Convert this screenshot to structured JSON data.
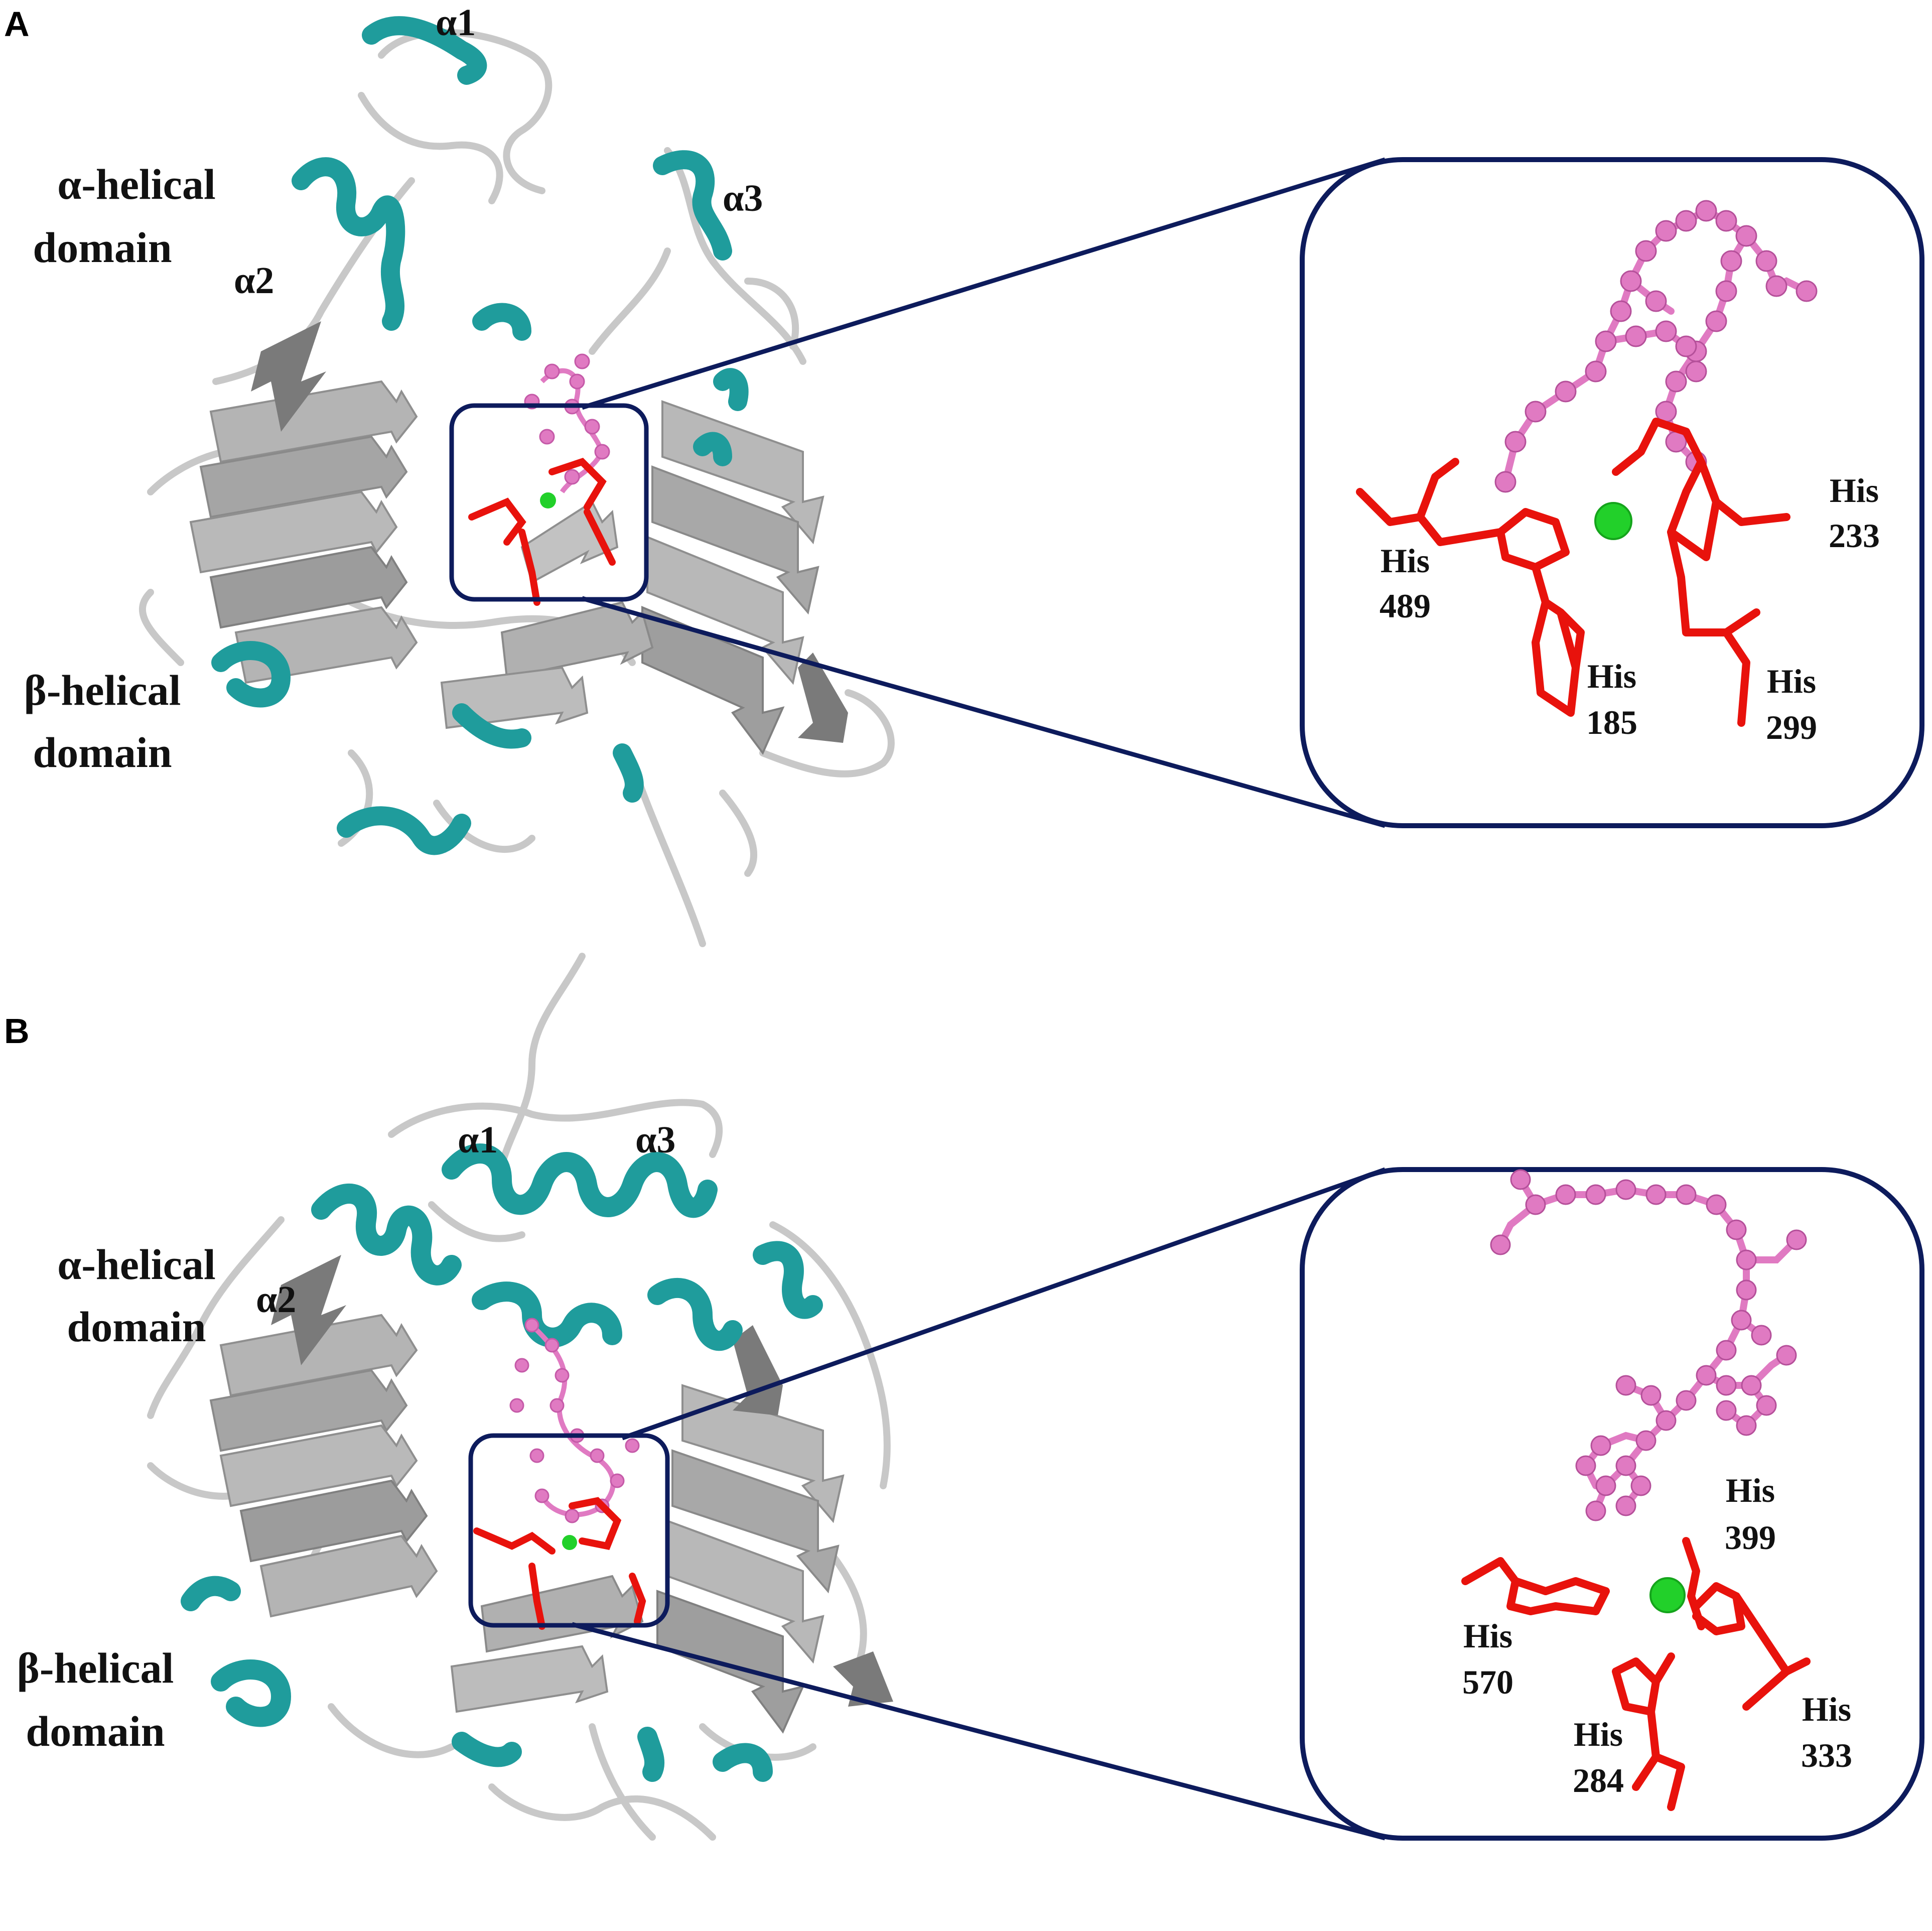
{
  "panels": [
    {
      "letter": "A",
      "helix_labels": [
        "α1",
        "α2",
        "α3"
      ],
      "domains": [
        {
          "line1": "α-helical",
          "line2": "domain"
        },
        {
          "line1": "β-helical",
          "line2": "domain"
        }
      ],
      "histidines": [
        {
          "res": "His",
          "num": "489"
        },
        {
          "res": "His",
          "num": "185"
        },
        {
          "res": "His",
          "num": "233"
        },
        {
          "res": "His",
          "num": "299"
        }
      ]
    },
    {
      "letter": "B",
      "helix_labels": [
        "α1",
        "α2",
        "α3"
      ],
      "domains": [
        {
          "line1": "α-helical",
          "line2": "domain"
        },
        {
          "line1": "β-helical",
          "line2": "domain"
        }
      ],
      "histidines": [
        {
          "res": "His",
          "num": "570"
        },
        {
          "res": "His",
          "num": "284"
        },
        {
          "res": "His",
          "num": "399"
        },
        {
          "res": "His",
          "num": "333"
        }
      ]
    }
  ],
  "colors": {
    "coil": "#c8c8c8",
    "sheet": "#b4b4b4",
    "sheet_dark": "#7a7a7a",
    "helix": "#1f9c9c",
    "ligand": "#e07ac2",
    "histidine": "#e8120c",
    "metal_ion": "#22d02a",
    "zoom_frame": "#0d1b5c"
  }
}
